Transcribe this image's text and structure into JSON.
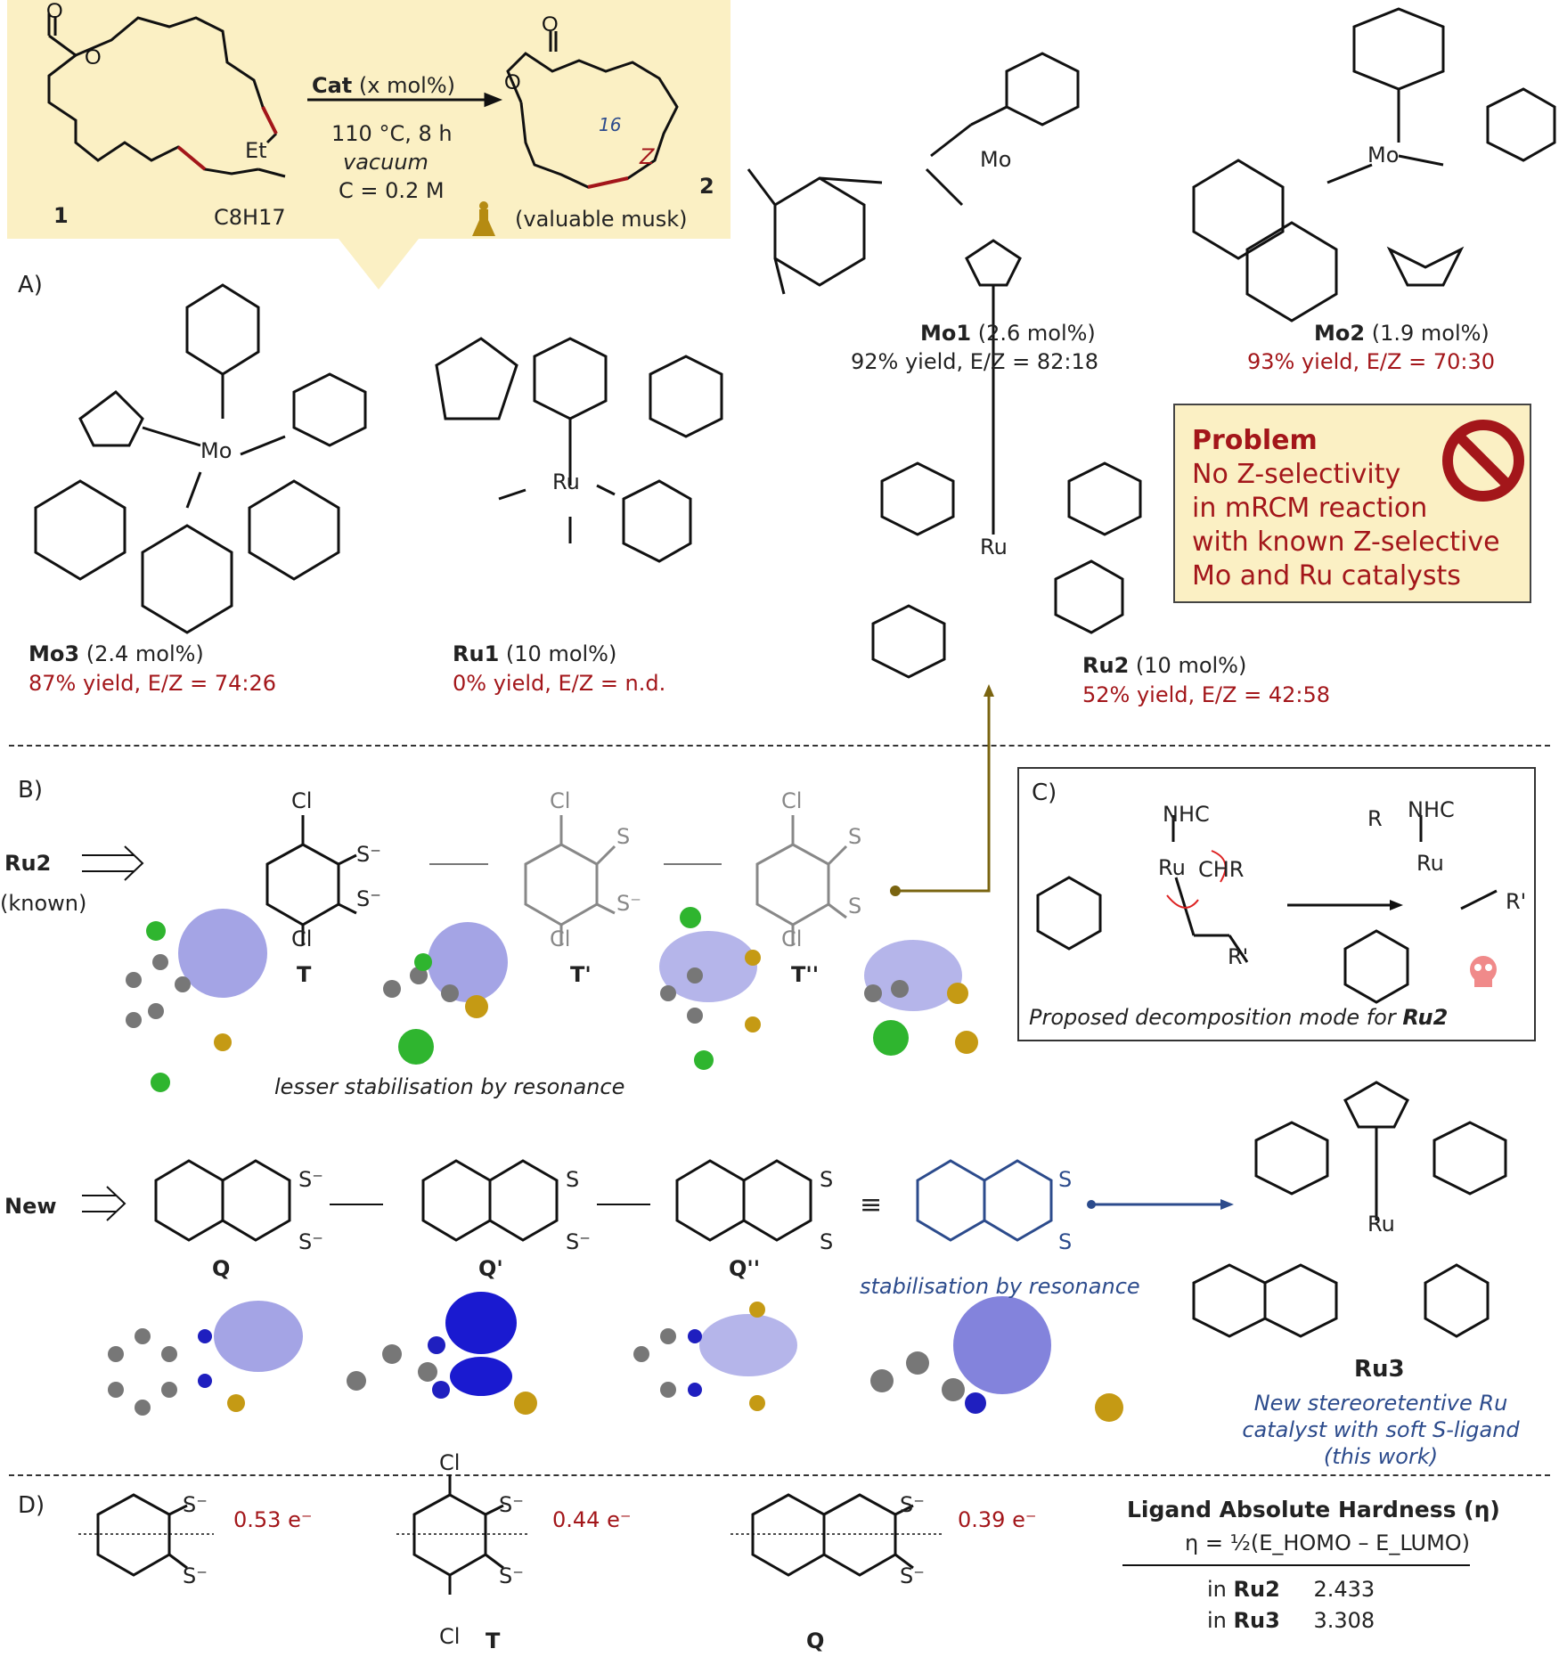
{
  "scheme": {
    "reactant": "1",
    "product": "2",
    "product_note": "(valuable musk)",
    "ring_size": "16",
    "z_label": "Z",
    "et": "Et",
    "c8h17": "C8H17",
    "cat_label": "Cat",
    "cat_loading": "(x  mol%)",
    "cond1": "110 °C, 8 h",
    "cond2": "vacuum",
    "cond3": "C = 0.2 M"
  },
  "panel_labels": {
    "a": "A)",
    "b": "B)",
    "c": "C)",
    "d": "D)"
  },
  "catalysts": [
    {
      "name": "Mo1",
      "loading": "(2.6 mol%)",
      "result": "92% yield, E/Z = 82:18"
    },
    {
      "name": "Mo2",
      "loading": "(1.9 mol%)",
      "result": "93% yield, E/Z = 70:30"
    },
    {
      "name": "Mo3",
      "loading": "(2.4 mol%)",
      "result": "87% yield, E/Z = 74:26"
    },
    {
      "name": "Ru1",
      "loading": "(10 mol%)",
      "result": "0% yield, E/Z = n.d."
    },
    {
      "name": "Ru2",
      "loading": "(10 mol%)",
      "result": "52% yield, E/Z = 42:58"
    }
  ],
  "problem": {
    "title": "Problem",
    "lines": [
      "No Z-selectivity",
      "in mRCM reaction",
      "with known Z-selective",
      "Mo and Ru catalysts"
    ]
  },
  "panel_b": {
    "ru2": "Ru2",
    "known": "(known)",
    "new": "New",
    "t_labels": [
      "T",
      "T'",
      "T''"
    ],
    "q_labels": [
      "Q",
      "Q'",
      "Q''"
    ],
    "lesser": "lesser stabilisation by resonance",
    "stab": "stabilisation by resonance",
    "equiv": "≡",
    "ru3": "Ru3",
    "ru3_desc": [
      "New stereoretentive Ru",
      "catalyst with soft S-ligand",
      "(this work)"
    ]
  },
  "panel_c": {
    "caption_pre": "Proposed decomposition mode for ",
    "caption_bold": "Ru2",
    "nhc": "NHC",
    "chr": "CHR",
    "r": "R",
    "rp": "R'"
  },
  "panel_d": {
    "charges": [
      "0.53 e⁻",
      "0.44 e⁻",
      "0.39 e⁻"
    ],
    "labels": [
      "T",
      "Q"
    ],
    "table_title": "Ligand Absolute Hardness (η)",
    "formula": "η = ½(E_HOMO – E_LUMO)",
    "rows": [
      {
        "prefix": "in",
        "cat": "Ru2",
        "value": "2.433"
      },
      {
        "prefix": "in",
        "cat": "Ru3",
        "value": "3.308"
      }
    ]
  },
  "colors": {
    "scheme_bg": "#fbf0c4",
    "problem_bg": "#fbf0c4",
    "red": "#a3161a",
    "blue": "#2c4b8c",
    "olive": "#7a6410",
    "orbital": "#5a5ad0"
  }
}
